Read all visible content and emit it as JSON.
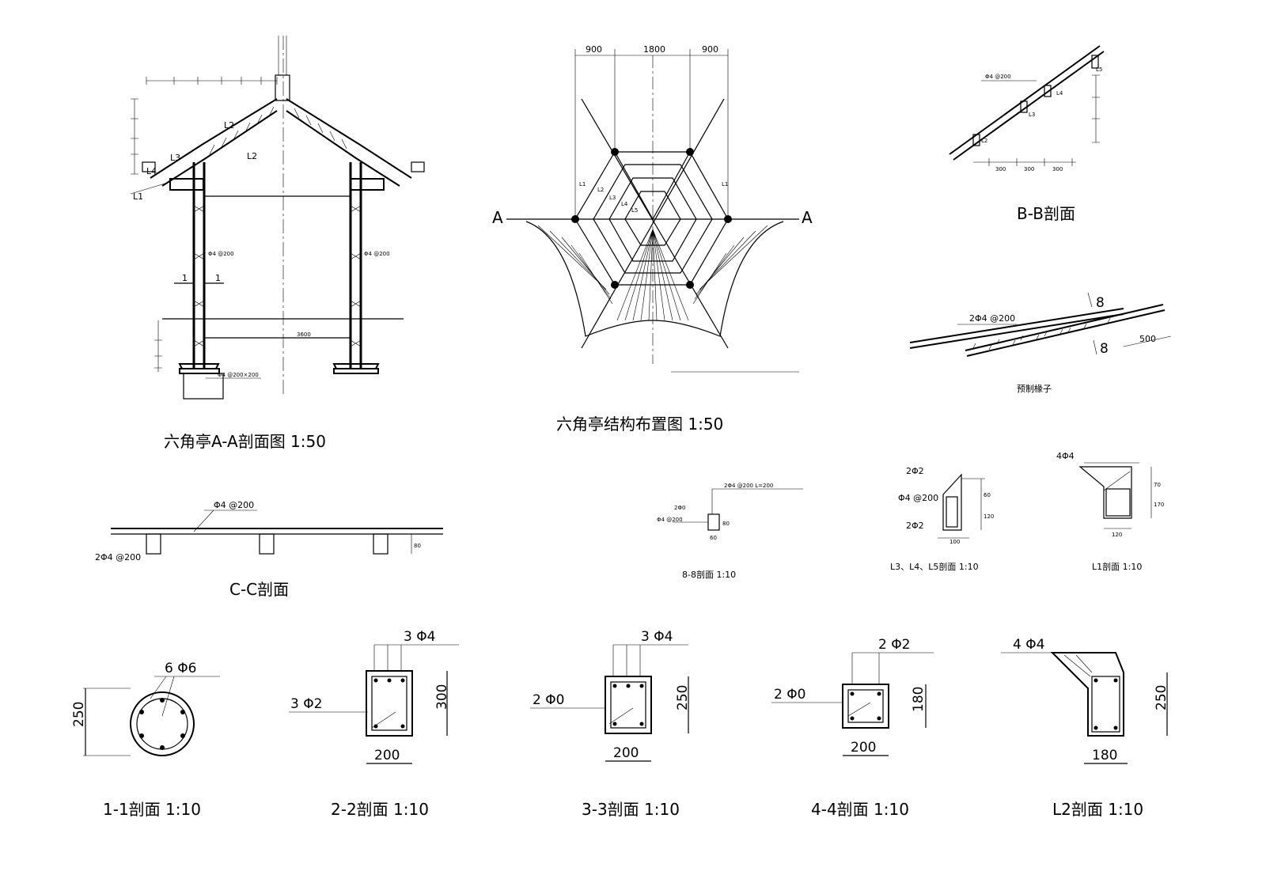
{
  "titles": {
    "aa_section": "六角亭A-A剖面图   1:50",
    "plan": "六角亭结构布置图   1:50",
    "bb_section": "B-B剖面",
    "precast_rafter": "预制椽子",
    "cc_section": "C-C剖面",
    "s88": "8-8剖面 1:10",
    "s_l345": "L3、L4、L5剖面 1:10",
    "s_l1": "L1剖面 1:10",
    "s11": "1-1剖面  1:10",
    "s22": "2-2剖面  1:10",
    "s33": "3-3剖面  1:10",
    "s44": "4-4剖面  1:10",
    "s_l2": "L2剖面  1:10"
  },
  "plan": {
    "dims": [
      "900",
      "1800",
      "900"
    ],
    "cut_a": "A",
    "beams": [
      "L1",
      "L2",
      "L3",
      "L4",
      "L5",
      "L1"
    ]
  },
  "aa": {
    "beam_labels": [
      "L1",
      "L2",
      "L2",
      "L3",
      "L4"
    ],
    "cut_1": "1",
    "rebar_a": "Φ4 @200",
    "rebar_b": "Φ4 @200",
    "span": "3600"
  },
  "bb": {
    "rebar": "Φ4 @200",
    "beams": [
      "L5",
      "L4",
      "L3",
      "L2"
    ],
    "dims": [
      "300",
      "300",
      "300"
    ]
  },
  "rafter": {
    "rebar": "2Φ4 @200",
    "cut_8": "8",
    "len": "500"
  },
  "cc": {
    "top_rebar": "Φ4 @200",
    "bot_rebar": "2Φ4 @200",
    "dim": "80"
  },
  "s88": {
    "top": "2Φ4 @200  L=200",
    "a": "2Φ0",
    "b": "Φ4 @200",
    "w": "60",
    "h": "80"
  },
  "l345": {
    "top": "2Φ2",
    "mid": "Φ4 @200",
    "bot": "2Φ2",
    "h1": "60",
    "h2": "120",
    "w": "100"
  },
  "l1s": {
    "top": "4Φ4",
    "h1": "70",
    "h2": "170",
    "w": "120"
  },
  "s11": {
    "rebar": "6 Φ6",
    "dia": "250"
  },
  "s22": {
    "top": "3 Φ4",
    "side": "3 Φ2",
    "h": "300",
    "w": "200"
  },
  "s33": {
    "top": "3 Φ4",
    "side": "2 Φ0",
    "h": "250",
    "w": "200"
  },
  "s44": {
    "top": "2 Φ2",
    "side": "2 Φ0",
    "h": "180",
    "w": "200"
  },
  "l2s": {
    "top": "4 Φ4",
    "h": "250",
    "w": "180"
  }
}
